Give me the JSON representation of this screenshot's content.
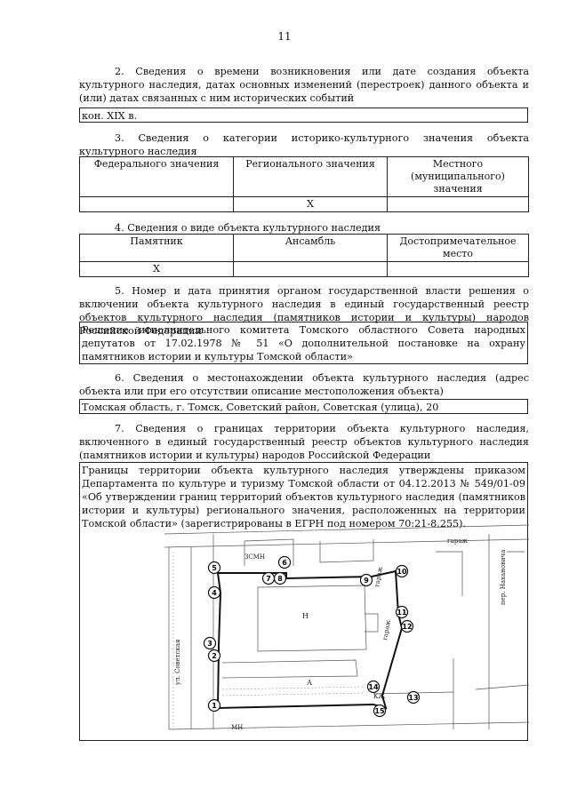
{
  "page_number": "11",
  "s2": {
    "heading": "2. Сведения о времени возникновения или дате создания объекта культурного наследия, датах основных изменений (перестроек) данного объекта и (или) датах связанных с ним исторических событий",
    "value": "кон. XIX в."
  },
  "s3": {
    "heading": "3. Сведения о категории историко-культурного значения объекта культурного наследия",
    "columns": [
      "Федерального значения",
      "Регионального значения",
      "Местного (муниципального) значения"
    ],
    "marks": [
      "",
      "X",
      ""
    ]
  },
  "s4": {
    "heading": "4. Сведения о виде объекта культурного наследия",
    "columns": [
      "Памятник",
      "Ансамбль",
      "Достопримечательное место"
    ],
    "marks": [
      "X",
      "",
      ""
    ]
  },
  "s5": {
    "heading": "5. Номер и дата принятия органом государственной власти решения о включении объекта культурного наследия в единый государственный реестр объектов культурного наследия (памятников истории и культуры) народов Российской Федерации",
    "value": "Решение исполнительного комитета Томского областного Совета народных депутатов от 17.02.1978 № 51 «О дополнительной постановке на охрану памятников истории и культуры Томской области»"
  },
  "s6": {
    "heading": "6. Сведения о местонахождении объекта культурного наследия (адрес объекта или при его отсутствии описание местоположения объекта)",
    "value": "Томская область, г. Томск, Советский район, Советская (улица), 20"
  },
  "s7": {
    "heading": "7. Сведения о границах территории объекта культурного наследия, включенного в единый государственный реестр объектов культурного наследия (памятников истории и культуры) народов Российской Федерации",
    "value": "Границы территории объекта культурного наследия утверждены приказом Департамента по культуре и туризму Томской области от 04.12.2013 № 549/01-09 «Об утверждении границ территорий объектов культурного наследия (памятников истории и культуры) регионального значения, расположенных на территории Томской области» (зарегистрированы в ЕГРН под номером 70:21-8.255)."
  },
  "map": {
    "point_labels": [
      "1",
      "2",
      "3",
      "4",
      "5",
      "6",
      "7",
      "8",
      "9",
      "10",
      "11",
      "12",
      "13",
      "14",
      "15"
    ],
    "street_labels": [
      "ул. Советская",
      "пер. Нахановича"
    ],
    "building_labels": [
      "Н",
      "А",
      "гараж",
      "гараж",
      "гараж",
      "КЖ",
      "МН",
      "ЗСМН"
    ],
    "line_color": "#111111"
  }
}
